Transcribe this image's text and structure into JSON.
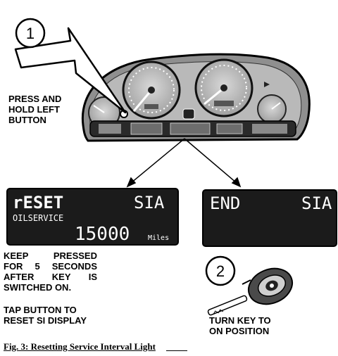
{
  "callouts": {
    "step1": "1",
    "step2": "2"
  },
  "instructions": {
    "press_hold": [
      "PRESS AND",
      "HOLD LEFT",
      "BUTTON"
    ],
    "keep_pressed": [
      "KEEP PRESSED",
      "FOR 5 SECONDS",
      "AFTER KEY IS",
      "SWITCHED ON."
    ],
    "tap_button": [
      "TAP BUTTON TO",
      "RESET SI DISPLAY"
    ],
    "turn_key": [
      "TURN KEY TO",
      "ON POSITION"
    ]
  },
  "display_reset": {
    "title": "rESET",
    "mode": "SIA",
    "service": "OILSERVICE",
    "distance": "15000",
    "unit": "Miles"
  },
  "display_end": {
    "title": "END",
    "mode": "SIA"
  },
  "caption": "Fig. 3: Resetting Service Interval Light"
}
